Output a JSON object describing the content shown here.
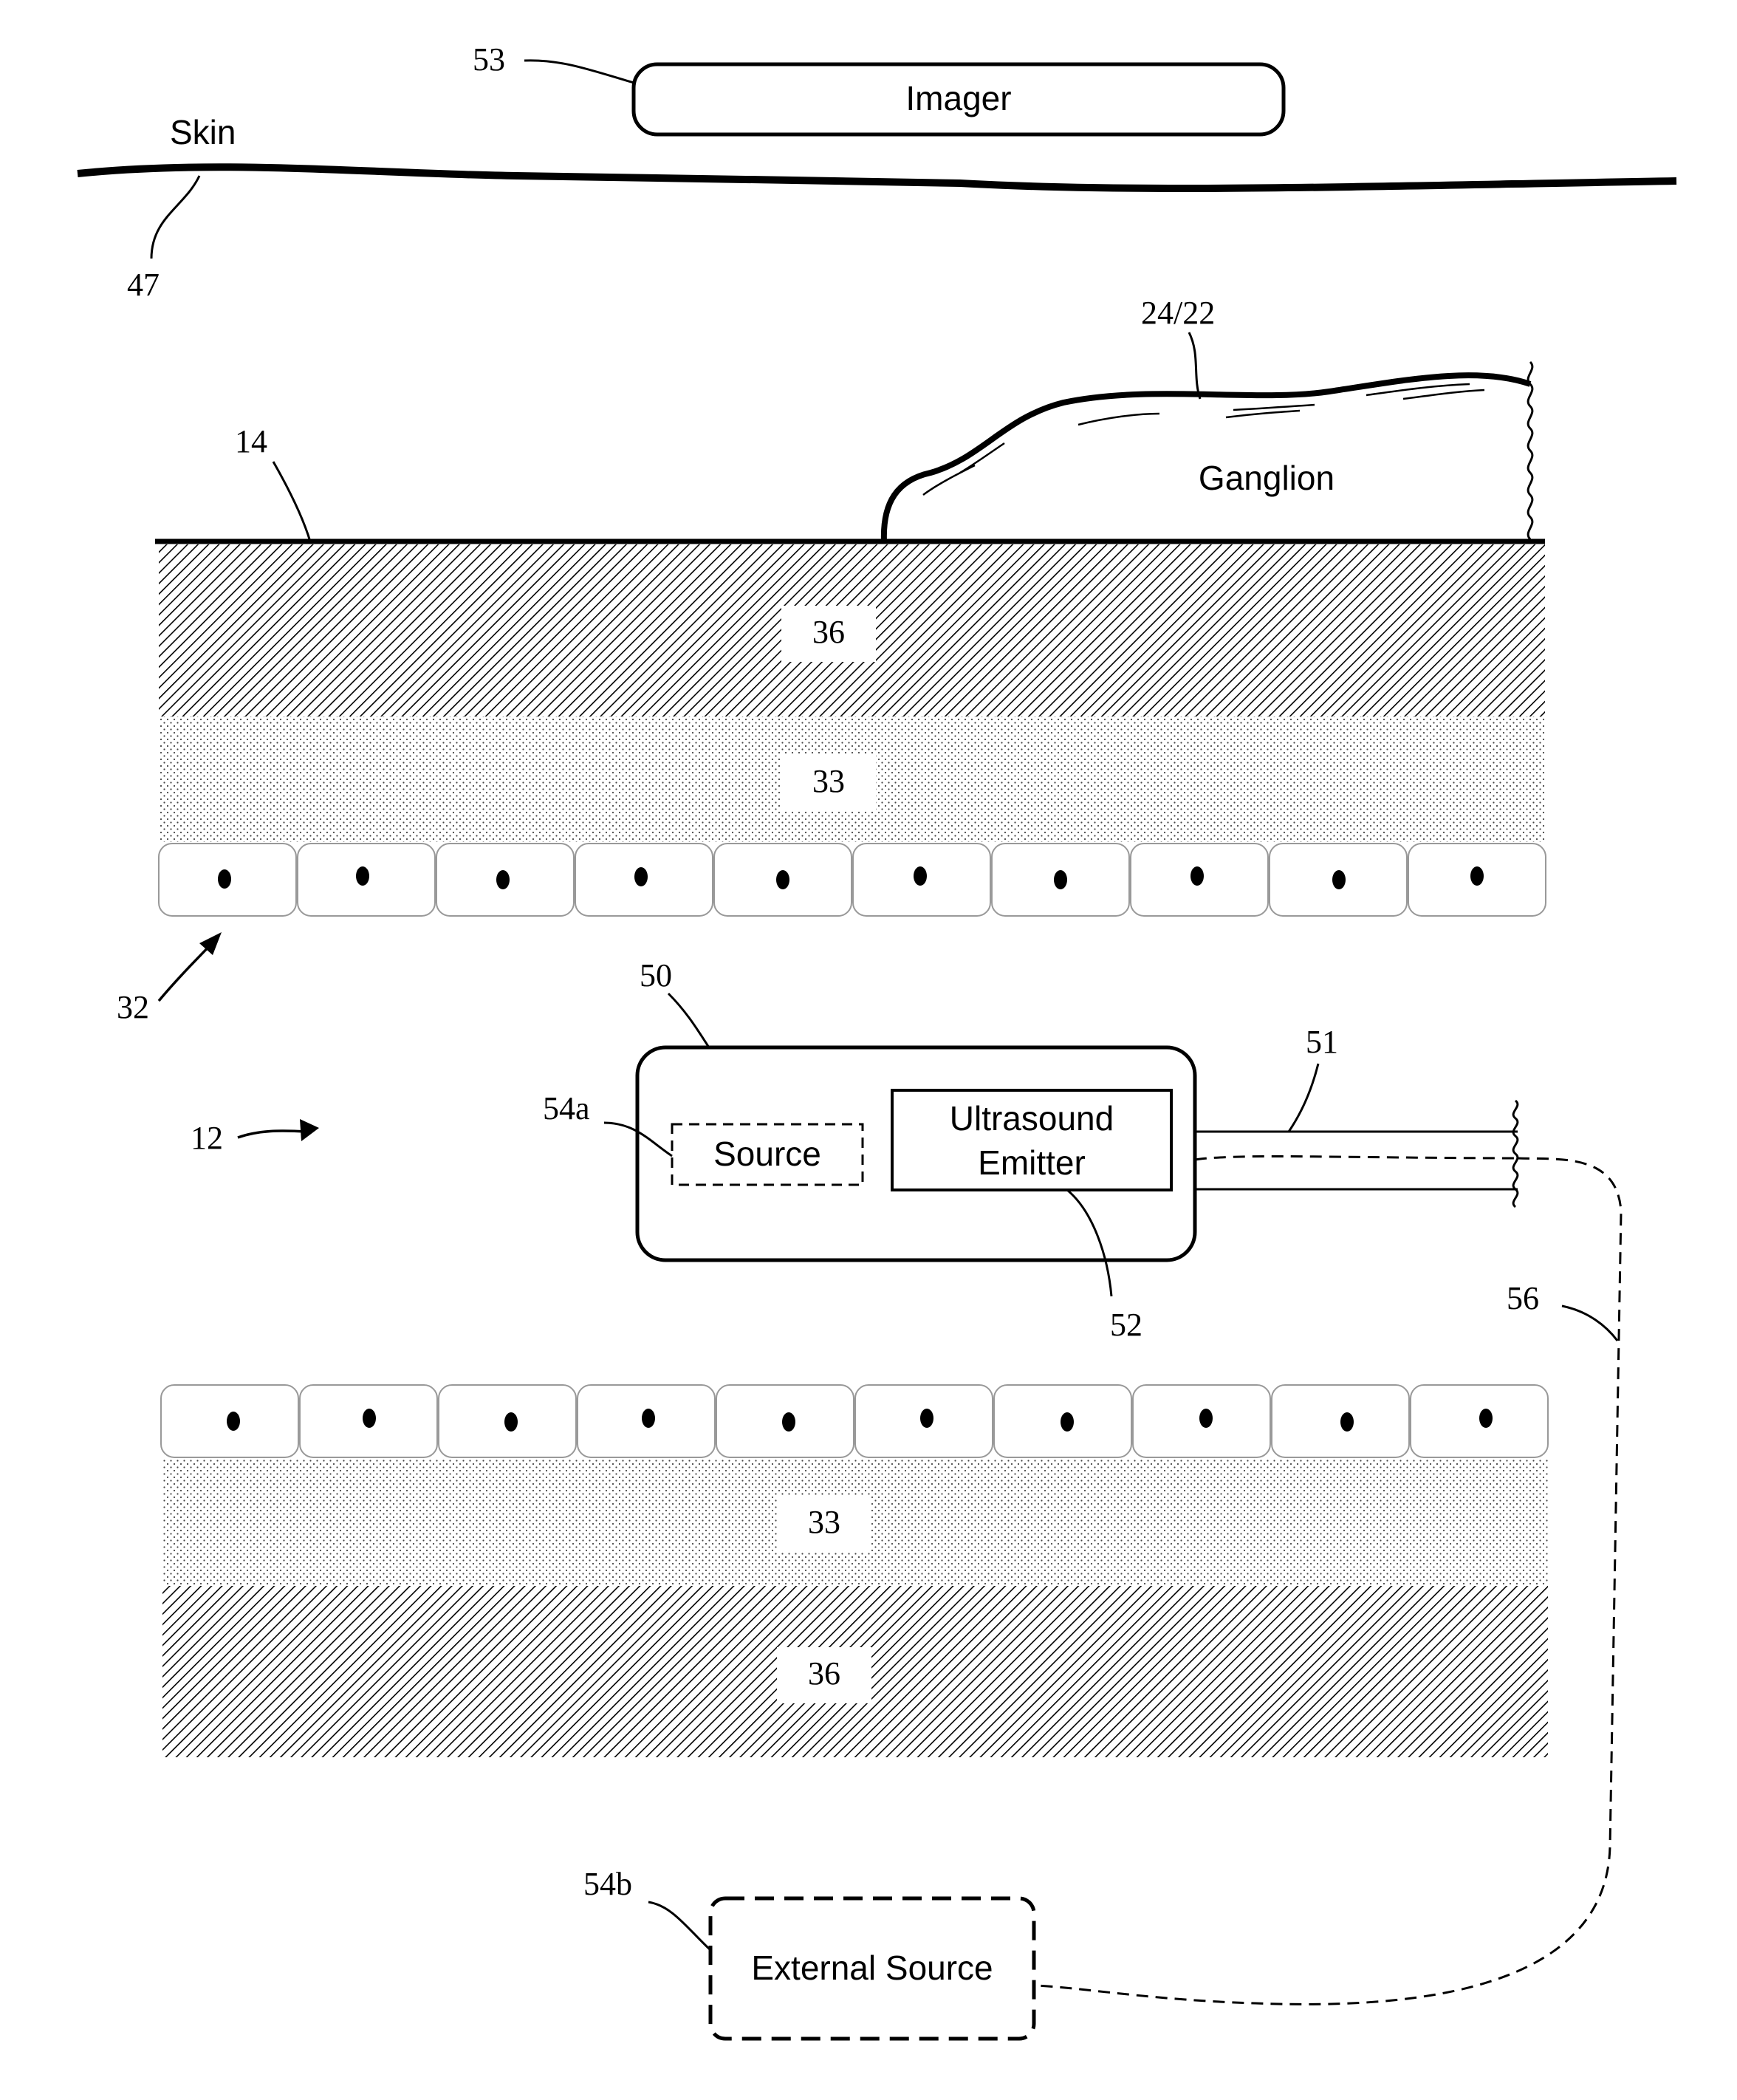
{
  "labels": {
    "imager": "Imager",
    "skin": "Skin",
    "ganglion": "Ganglion",
    "source": "Source",
    "ultrasound_emitter_line1": "Ultrasound",
    "ultrasound_emitter_line2": "Emitter",
    "external_source": "External Source"
  },
  "layers": {
    "upper_wall_adventitia": "36",
    "upper_wall_media": "33",
    "lower_wall_media": "33",
    "lower_wall_adventitia": "36"
  },
  "reference_numerals": {
    "imager": "53",
    "skin": "47",
    "ganglion": "24/22",
    "vessel_wall": "14",
    "endothelium": "32",
    "lumen": "12",
    "catheter_body": "50",
    "catheter_shaft": "51",
    "ultrasound_emitter": "52",
    "internal_source": "54a",
    "external_source": "54b",
    "connection_line": "56"
  },
  "cell_counts": {
    "upper_row": 10,
    "lower_row": 10
  }
}
